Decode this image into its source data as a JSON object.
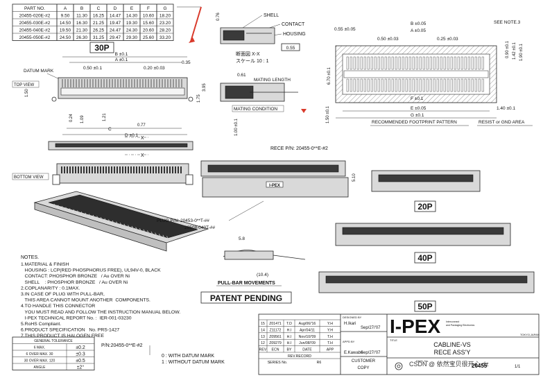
{
  "part_table": {
    "headers": [
      "PART NO.",
      "A",
      "B",
      "C",
      "D",
      "E",
      "F",
      "G"
    ],
    "rows": [
      [
        "20455-020E-#2",
        "9.50",
        "11.30",
        "16.25",
        "14.47",
        "14.30",
        "10.60",
        "18.20"
      ],
      [
        "20455-030E-#2",
        "14.50",
        "16.30",
        "21.25",
        "19.47",
        "19.30",
        "15.60",
        "23.20"
      ],
      [
        "20455-040E-#2",
        "19.50",
        "21.30",
        "26.25",
        "24.47",
        "24.30",
        "20.60",
        "28.20"
      ],
      [
        "20455-050E-#2",
        "24.50",
        "26.30",
        "31.25",
        "29.47",
        "29.30",
        "25.60",
        "33.20"
      ]
    ]
  },
  "labels": {
    "p30": "30P",
    "p20": "20P",
    "p40": "40P",
    "p50": "50P",
    "datum_mark": "DATUM MARK",
    "top_view": "TOP VIEW",
    "bottom_view": "BOTTOM VIEW",
    "b_tol": "B ±0.1",
    "a_tol": "A ±0.1",
    "c_tol": "C",
    "d_tol": "D ±0.1",
    "d050": "0.50 ±0.1",
    "d020": "0.20 ±0.03",
    "d035": "0.35",
    "d150": "1.50",
    "d395": "3.95",
    "d175": "1.75",
    "d024": "0.24",
    "d109": "1.09",
    "d121": "1.21",
    "d077": "0.77",
    "sec_x": "X",
    "shell": "SHELL",
    "contact": "CONTACT",
    "housing": "HOUSING",
    "d055s": "0.55",
    "d076": "0.76",
    "section": "断面図 X-X",
    "scale": "スケール 10 : 1",
    "d061": "0.61",
    "mating_length": "MATING LENGTH",
    "mating_condition": "MATING CONDITION",
    "d100": "1.00 ±0.1",
    "rece_pn": "RECE P/N: 20455-0**E-#2",
    "d510": "5.10",
    "plug_pn": "PLUG P/N: 20453-0**T-##",
    "plug_pn2": "20508-040T-##",
    "d58": "5.8",
    "d104": "(10.4)",
    "pull_bar": "PULL-BAR MOVEMENTS",
    "patent": "PATENT PENDING",
    "fp_b": "B ±0.05",
    "fp_a": "A ±0.05",
    "fp_055": "0.55 ±0.05",
    "fp_050": "0.50 ±0.03",
    "fp_025": "0.25 ±0.03",
    "see_note": "SEE NOTE.3",
    "fp_090": "0.90 ±0.1",
    "fp_142": "1.42 ±0.1",
    "fp_190": "1.90 ±0.1",
    "fp_670": "6.70 ±0.1",
    "fp_150": "1.50 ±0.1",
    "fp_f": "F ±0.1",
    "fp_e": "E ±0.05",
    "fp_g": "G ±0.1",
    "fp_140": "1.40 ±0.1",
    "rec_fp": "RECOMMENDED FOOTPRINT PATTERN",
    "resist": "RESIST or GND AREA",
    "pn_foot": "P/N:20455-0**E-#2",
    "opt0": "0 : WITH DATUM MARK",
    "opt1": "1 : WITHOUT DATUM MARK"
  },
  "notes": {
    "title": "NOTES.",
    "lines": [
      "1.MATERIAL & FINISH",
      "   HOUSING : LCP(RED PHOSPHORUS FREE), UL94V-0, BLACK",
      "   CONTACT: PHOSPHOR BRONZE   / Au OVER Ni",
      "   SHELL    : PHOSPHOR BRONZE   / Au OVER Ni",
      "2.COPLANARITY : 0.1MAX.",
      "3.IN CASE OF PLUG WITH PULL-BAR,",
      "   THIS AREA CANNOT MOUNT ANOTHER  COMPONENTS.",
      "4.TO HANDLE THIS CONNECTOR",
      "   YOU MUST READ AND FOLLOW THE INSTRUCTION MANUAL BELOW.",
      "   I-PEX TECHNICAL REPORT No. :  IER-001-03230",
      "5.RoHS Compliant.",
      "6.PRODUCT SPECIFICATION   No. PRS-1427",
      "7.THIS PRODUCT IS HALOGEN FREE"
    ]
  },
  "tolerance": {
    "title": "GENERAL TOLERANCE",
    "rows": [
      [
        "6 MAX.",
        "±0.2"
      ],
      [
        "6  OVER MAX. 30",
        "±0.3"
      ],
      [
        "30 OVER MAX. 120",
        "±0.5"
      ],
      [
        "ANGLE",
        "±2°"
      ]
    ]
  },
  "title_block": {
    "rev_rows": [
      [
        "15",
        "Z01471",
        "T.D",
        "Aug/06/'16",
        "Y.H"
      ],
      [
        "14",
        "Z11172",
        "H.I",
        "Apr/04/11",
        "Y.H"
      ],
      [
        "13",
        "Z09561",
        "H.I",
        "Nov/10/'09",
        "T.H"
      ],
      [
        "12",
        "Z09279",
        "H.I",
        "Jun/08/'09",
        "T.H"
      ]
    ],
    "rev_headers": [
      "REV",
      "ECN",
      "BY",
      "DATE",
      "APP"
    ],
    "rev_record": "REV.RECORD",
    "series_no": "SERIES No.",
    "series_val": "R6",
    "designed_by": "DESIGNED BY",
    "designer": "H.Ikari",
    "d_date": "Sep/27/'07",
    "approved": "APPD BY",
    "approver": "E.Kawabe",
    "a_date": "Sep/27/'07",
    "customer": "CUSTOMER",
    "copy": "COPY",
    "logo": "I-PEX",
    "logo_sub1": "Interconnect",
    "logo_sub2": "and Packaging Electronics",
    "tokyo": "TOKYO,JAPAN",
    "title_lbl": "TITLE",
    "title1": "CABLINE-VS",
    "title2": "RECE ASS'Y",
    "dwg_lbl": "DWG. No.",
    "dwg_no": "20455",
    "sheet": "1/1",
    "csdn": "CSDN @ 依然宝贝很开心 dz"
  },
  "colors": {
    "ink": "#111111",
    "accent_red": "#d93a2b",
    "part_gray": "#d9d9d9"
  }
}
